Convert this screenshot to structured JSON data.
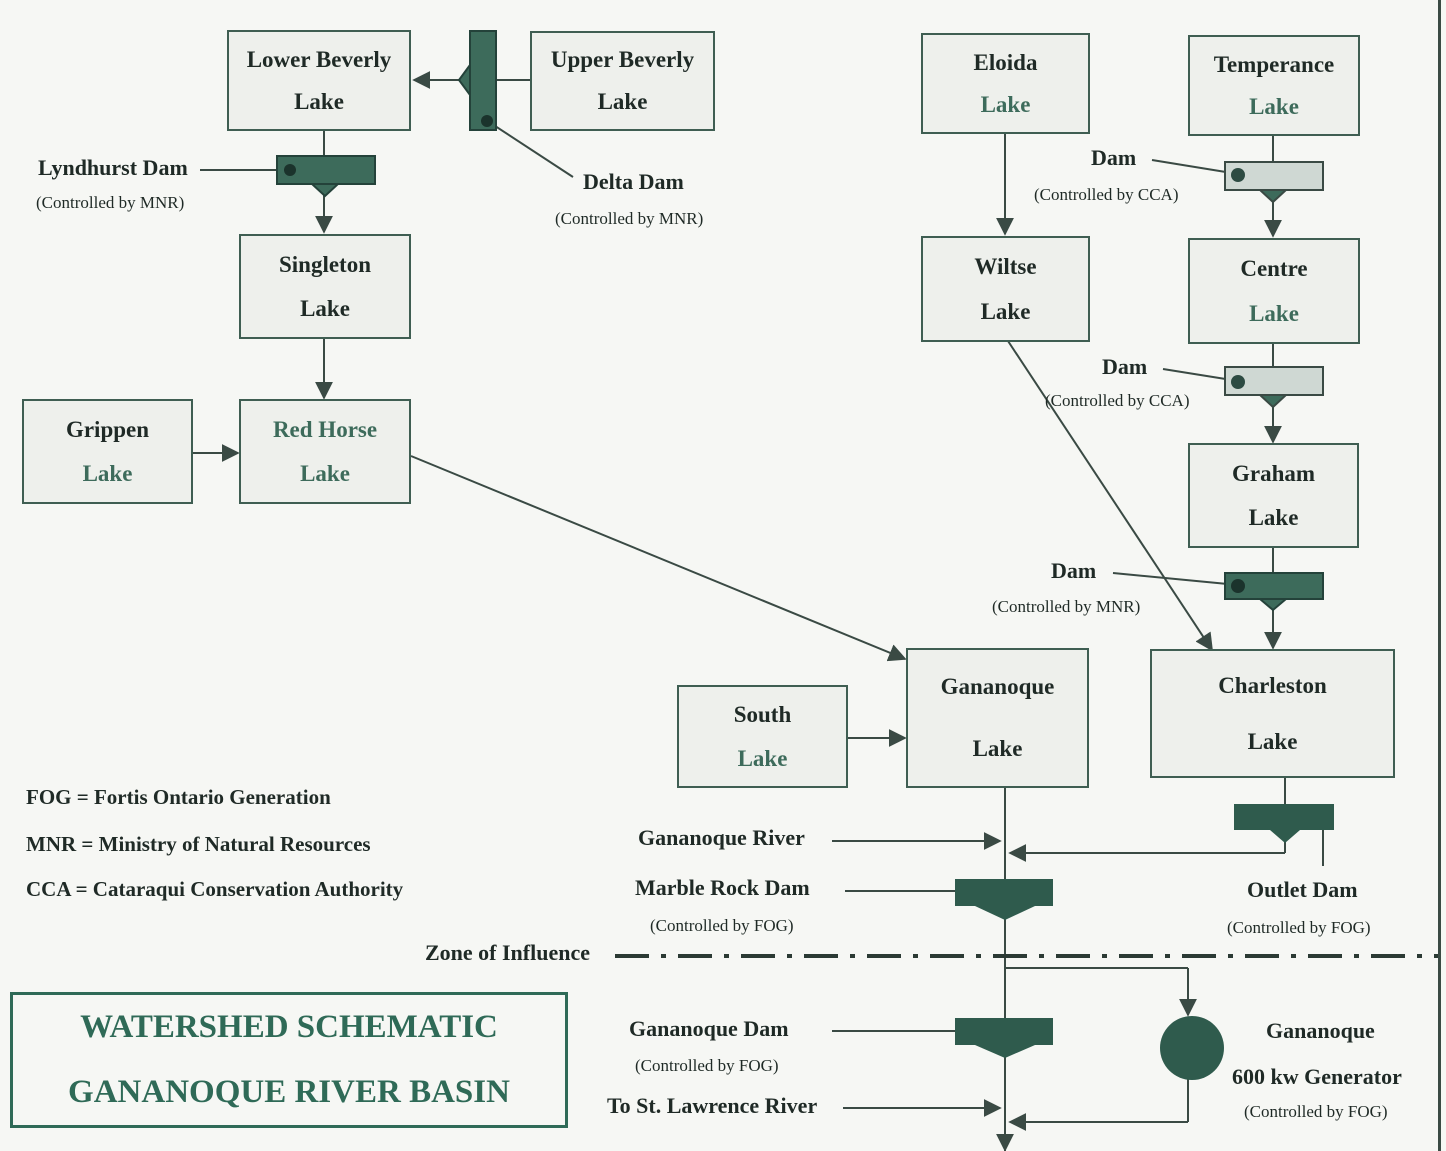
{
  "lakes": {
    "lower_beverly": {
      "line1": "Lower Beverly",
      "line2": "Lake"
    },
    "upper_beverly": {
      "line1": "Upper Beverly",
      "line2": "Lake"
    },
    "singleton": {
      "line1": "Singleton",
      "line2": "Lake"
    },
    "grippen": {
      "line1": "Grippen",
      "line2": "Lake"
    },
    "red_horse": {
      "line1": "Red Horse",
      "line2": "Lake"
    },
    "eloida": {
      "line1": "Eloida",
      "line2": "Lake"
    },
    "temperance": {
      "line1": "Temperance",
      "line2": "Lake"
    },
    "wiltse": {
      "line1": "Wiltse",
      "line2": "Lake"
    },
    "centre": {
      "line1": "Centre",
      "line2": "Lake"
    },
    "graham": {
      "line1": "Graham",
      "line2": "Lake"
    },
    "south": {
      "line1": "South",
      "line2": "Lake"
    },
    "gananoque": {
      "line1": "Gananoque",
      "line2": "Lake"
    },
    "charleston": {
      "line1": "Charleston",
      "line2": "Lake"
    }
  },
  "labels": {
    "lyndhurst_dam": "Lyndhurst Dam",
    "lyndhurst_ctrl": "(Controlled by MNR)",
    "delta_dam": "Delta Dam",
    "delta_ctrl": "(Controlled by MNR)",
    "dam_temperance": "Dam",
    "dam_temperance_ctrl": "(Controlled by CCA)",
    "dam_centre": "Dam",
    "dam_centre_ctrl": "(Controlled by CCA)",
    "dam_graham": "Dam",
    "dam_graham_ctrl": "(Controlled by MNR)",
    "gananoque_river": "Gananoque River",
    "marble_rock_dam": "Marble Rock Dam",
    "marble_rock_ctrl": "(Controlled by FOG)",
    "outlet_dam": "Outlet Dam",
    "outlet_ctrl": "(Controlled by FOG)",
    "zone_of_influence": "Zone of Influence",
    "gananoque_dam": "Gananoque Dam",
    "gananoque_dam_ctrl": "(Controlled by FOG)",
    "to_st_lawrence": "To St. Lawrence River",
    "generator_name": "Gananoque",
    "generator_rating": "600 kw Generator",
    "generator_ctrl": "(Controlled by FOG)"
  },
  "legend": {
    "fog": "FOG = Fortis Ontario Generation",
    "mnr": "MNR = Ministry of Natural Resources",
    "cca": "CCA = Cataraqui Conservation Authority"
  },
  "title": {
    "line1": "WATERSHED SCHEMATIC",
    "line2": "GANANOQUE RIVER BASIN"
  },
  "colors": {
    "dam_fill": "#3d6b5b",
    "border": "#3f5e52",
    "title": "#2f6a57"
  }
}
